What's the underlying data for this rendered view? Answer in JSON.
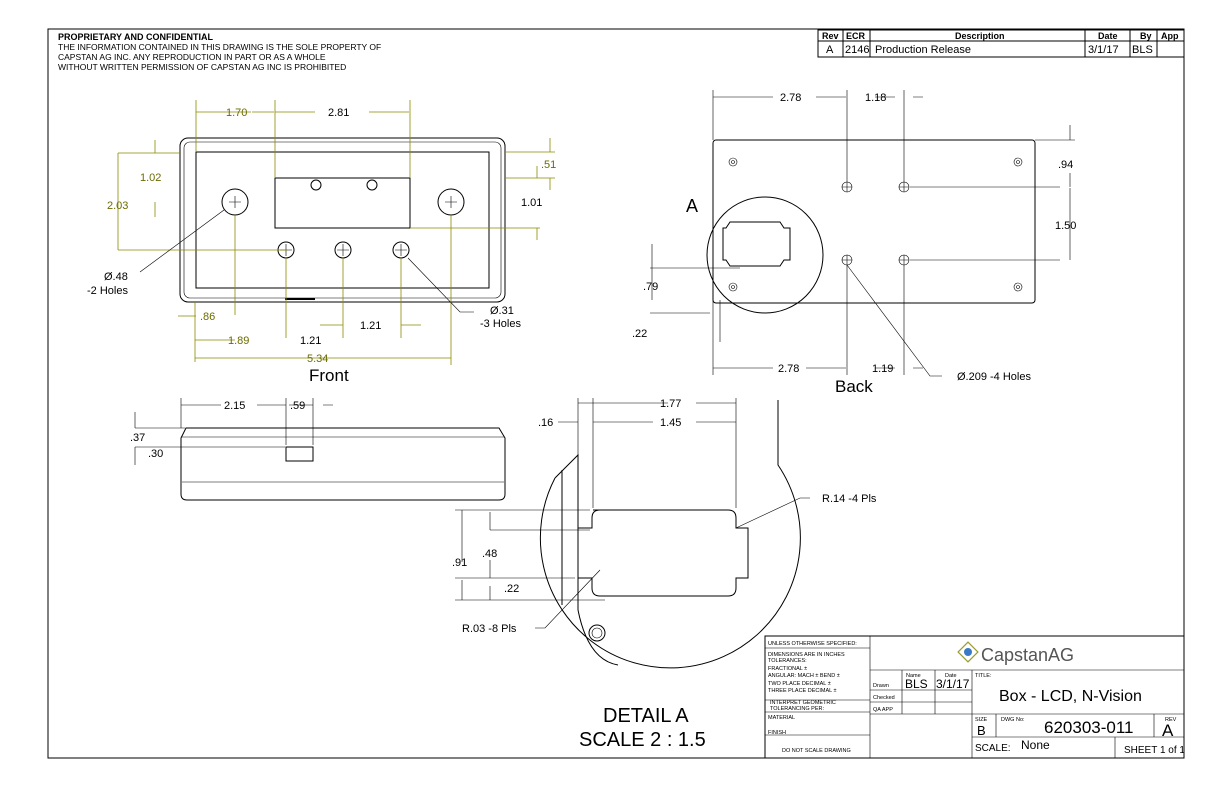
{
  "notice": {
    "title": "PROPRIETARY AND CONFIDENTIAL",
    "lines": [
      "THE INFORMATION CONTAINED IN THIS DRAWING IS THE SOLE PROPERTY OF",
      "CAPSTAN AG INC. ANY REPRODUCTION IN PART OR AS A WHOLE",
      "WITHOUT WRITTEN PERMISSION OF CAPSTAN AG INC IS PROHIBITED"
    ]
  },
  "revisions": {
    "headers": [
      "Rev",
      "ECR",
      "Description",
      "Date",
      "By",
      "App"
    ],
    "rows": [
      [
        "A",
        "2146",
        "Production Release",
        "3/1/17",
        "BLS",
        ""
      ]
    ]
  },
  "front": {
    "label": "Front",
    "dims": [
      "1.70",
      "2.81",
      ".51",
      "1.02",
      "2.03",
      "1.01",
      ".86",
      "1.89",
      "5.34",
      "1.21",
      "1.21"
    ],
    "notes": [
      "Ø.48",
      "-2 Holes",
      "Ø.31",
      "-3 Holes"
    ]
  },
  "back": {
    "label": "Back",
    "detail_callout": "A",
    "dims": [
      "2.78",
      "1.18",
      ".94",
      "1.50",
      ".79",
      ".22",
      "2.78",
      "1.19"
    ],
    "note": "Ø.209 -4 Holes"
  },
  "side": {
    "dims": [
      "2.15",
      ".59",
      ".37",
      ".30"
    ]
  },
  "detail": {
    "dims": [
      "1.77",
      "1.45",
      ".16",
      ".91",
      ".48",
      ".22"
    ],
    "notes": [
      "R.14 -4 Pls",
      "R.03 -8 Pls"
    ],
    "title": "DETAIL A",
    "scale": "SCALE 2 : 1.5"
  },
  "title_block": {
    "tolerances": [
      "UNLESS OTHERWISE SPECIFIED:",
      "DIMENSIONS ARE IN INCHES",
      "TOLERANCES:",
      "FRACTIONAL ±",
      "ANGULAR: MACH ±    BEND ±",
      "TWO PLACE DECIMAL    ±",
      "THREE PLACE DECIMAL  ±",
      "INTERPRET GEOMETRIC",
      "TOLERANCING PER:",
      "MATERIAL",
      "FINISH",
      "DO NOT SCALE DRAWING"
    ],
    "company": "CapstanAG",
    "col_name": "Name",
    "col_date": "Date",
    "roles": [
      "Drawn",
      "Checked",
      "QA APP"
    ],
    "drawn_name": "BLS",
    "drawn_date": "3/1/17",
    "title_label": "TITLE:",
    "title": "Box - LCD, N-Vision",
    "size_label": "SIZE",
    "size": "B",
    "dwg_label": "DWG No:",
    "dwg_no": "620303-011",
    "rev_label": "REV",
    "rev": "A",
    "scale_label": "SCALE:",
    "scale": "None",
    "sheet": "SHEET 1 of 1"
  }
}
